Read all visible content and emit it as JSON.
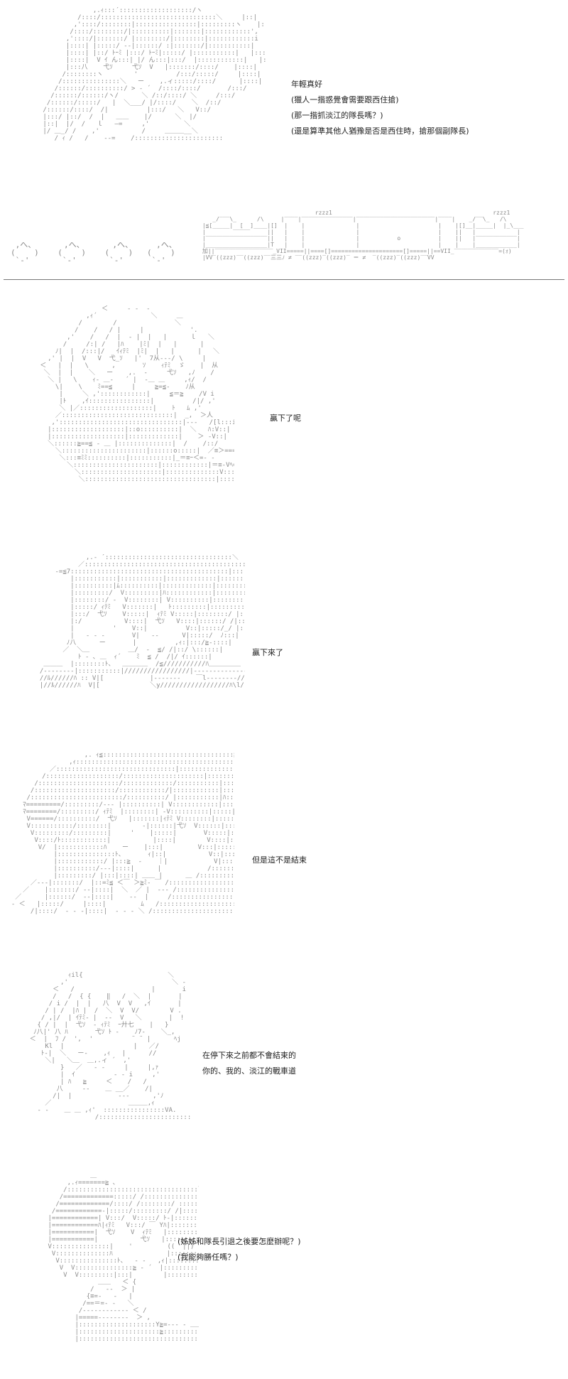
{
  "panels": [
    {
      "lines": [
        "年輕真好",
        "(獵人一揩惑覺會需要跟西住搶)",
        "(那一揩抓淡江的隊長嗎？)",
        "(還是算準其他人猶豫是否是西住時，搶那個副隊長)"
      ]
    },
    {
      "lines": []
    },
    {
      "lines": [
        "贏下了呢"
      ]
    },
    {
      "lines": [
        "贏下來了"
      ]
    },
    {
      "lines": [
        "但是這不是結束"
      ]
    },
    {
      "lines": [
        "在停下來之前都不會結束的",
        "你的、我的、淡江的戰車道"
      ]
    },
    {
      "lines": [
        "(姊姊和隊長引退之後要怎麼辦呢？)",
        "(我能夠勝任嗎？)"
      ]
    }
  ],
  "train": {
    "fence_label": "rzzz1",
    "car_label": "加",
    "track_text": "(zzz)"
  }
}
